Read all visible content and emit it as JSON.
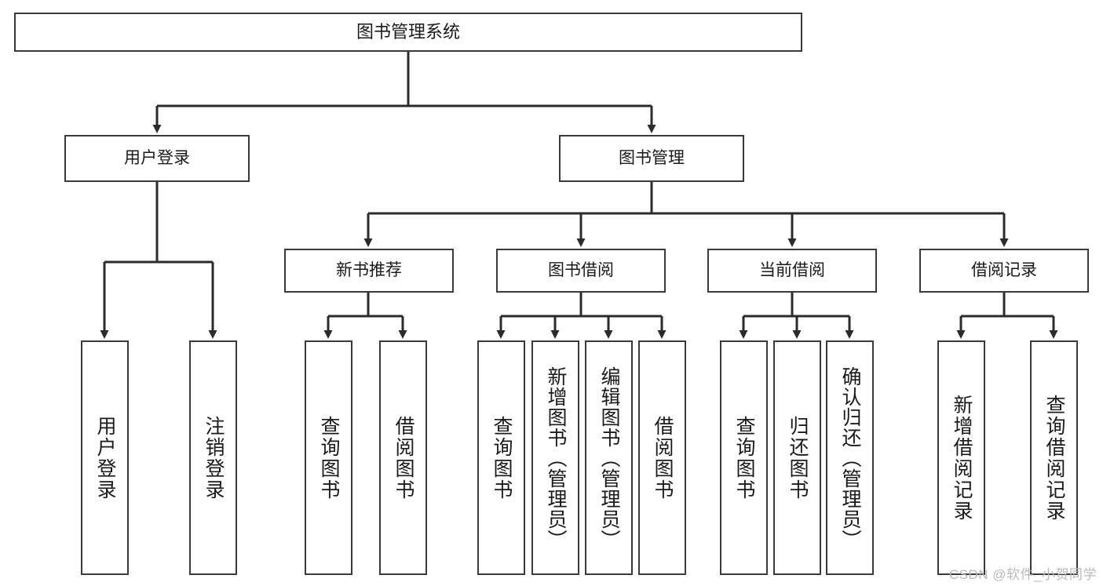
{
  "diagram": {
    "title": "图书管理系统",
    "type": "hierarchy-tree",
    "colors": {
      "box_border": "#3a3a3a",
      "box_fill": "#ffffff",
      "connector": "#2b2b2b",
      "text": "#1a1a1a",
      "watermark": "#b9b9b9"
    },
    "levels": {
      "root": {
        "label": "图书管理系统"
      },
      "level1": [
        {
          "label": "用户登录"
        },
        {
          "label": "图书管理"
        }
      ],
      "level2": [
        {
          "label": "新书推荐"
        },
        {
          "label": "图书借阅"
        },
        {
          "label": "当前借阅"
        },
        {
          "label": "借阅记录"
        }
      ],
      "leaves": {
        "user_login": [
          {
            "label": "用户登录"
          },
          {
            "label": "注销登录"
          }
        ],
        "new_book_recommend": [
          {
            "label": "查询图书"
          },
          {
            "label": "借阅图书"
          }
        ],
        "book_borrow": [
          {
            "label": "查询图书"
          },
          {
            "label": "新增图书（管理员）"
          },
          {
            "label": "编辑图书（管理员）"
          },
          {
            "label": "借阅图书"
          }
        ],
        "current_borrow": [
          {
            "label": "查询图书"
          },
          {
            "label": "归还图书"
          },
          {
            "label": "确认归还（管理员）"
          }
        ],
        "borrow_record": [
          {
            "label": "新增借阅记录"
          },
          {
            "label": "查询借阅记录"
          }
        ]
      }
    },
    "watermark": "CSDN @软件_小贺同学"
  }
}
